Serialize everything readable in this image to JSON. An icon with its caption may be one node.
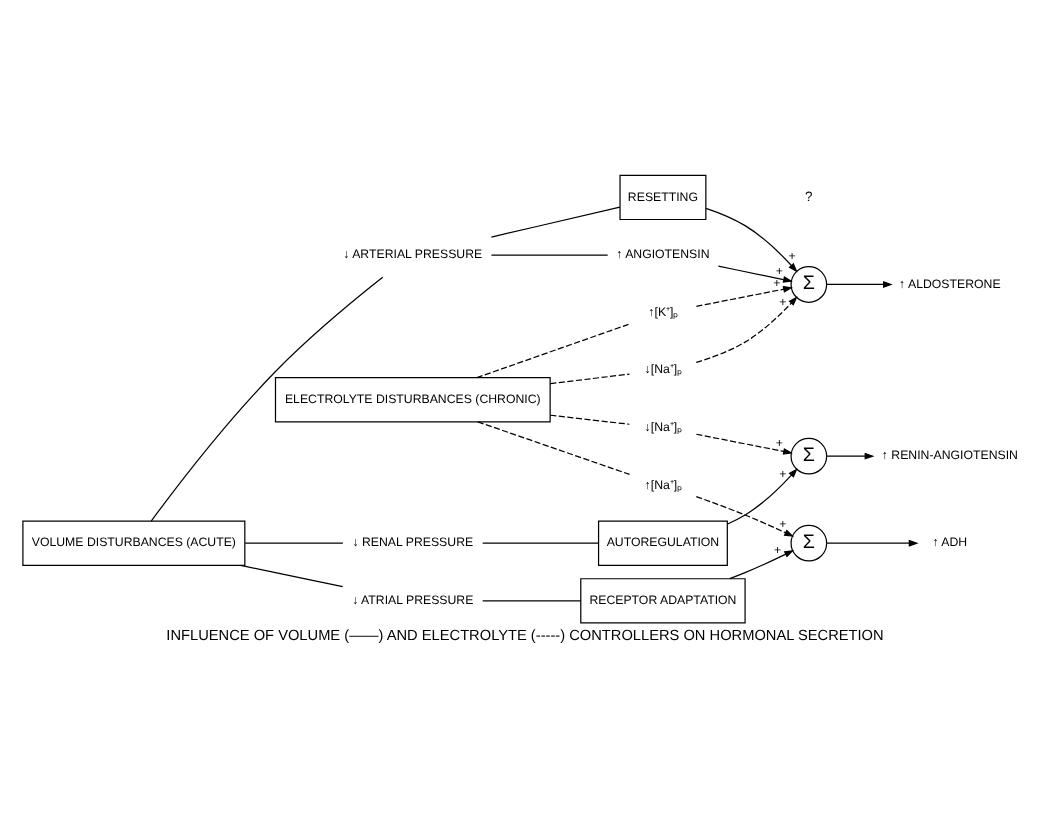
{
  "diagram": {
    "caption": "INFLUENCE OF VOLUME (——) AND ELECTROLYTE (-----) CONTROLLERS ON HORMONAL SECRETION",
    "nodes": [
      {
        "text": [
          "VOLUME DISTURBANCES (ACUTE)"
        ]
      },
      {
        "text": [
          "ELECTROLYTE DISTURBANCES (CHRONIC)"
        ]
      },
      {
        "text": [
          "↓ ATRIAL PRESSURE"
        ]
      },
      {
        "text": [
          "RECEPTOR ADAPTATION"
        ]
      },
      {
        "text": [
          "↑[Na⁺]ₚ"
        ]
      },
      {
        "text": [
          "Σ"
        ]
      },
      {
        "text": [
          "↑ ADH"
        ]
      },
      {
        "text": [
          "↓ RENAL PRESSURE"
        ]
      },
      {
        "text": [
          "AUTOREGULATION"
        ]
      },
      {
        "text": [
          "↓[Na⁺]ₚ"
        ]
      },
      {
        "text": [
          "Σ"
        ]
      },
      {
        "text": [
          "↑ RENIN-ANGIOTENSIN"
        ]
      },
      {
        "text": [
          "↓ ARTERIAL PRESSURE"
        ]
      },
      {
        "text": [
          "RESETTING"
        ]
      },
      {
        "text": [
          "↑ ANGIOTENSIN"
        ]
      },
      {
        "text": [
          "↓[Na⁺]ₚ"
        ]
      },
      {
        "text": [
          "↑[K⁺]ₚ"
        ]
      },
      {
        "text": [
          "Σ"
        ]
      },
      {
        "text": [
          "↑ ALDOSTERONE"
        ]
      }
    ],
    "edges": [
      {
        "from": 0,
        "to": 2,
        "arrow": "none"
      },
      {
        "from": 2,
        "to": 3,
        "arrow": "none"
      },
      {
        "from": 3,
        "to": 5,
        "arrow": "to",
        "label": "+"
      },
      {
        "from": 1,
        "to": 4,
        "arrow": "none",
        "style": "dashed"
      },
      {
        "from": 4,
        "to": 5,
        "arrow": "to",
        "label": "+",
        "style": "dashed"
      },
      {
        "from": 5,
        "to": 6,
        "arrow": "to"
      },
      {
        "from": 0,
        "to": 7,
        "arrow": "none"
      },
      {
        "from": 7,
        "to": 8,
        "arrow": "none"
      },
      {
        "from": 8,
        "to": 10,
        "arrow": "to",
        "label": "+"
      },
      {
        "from": 1,
        "to": 9,
        "arrow": "none",
        "style": "dashed"
      },
      {
        "from": 9,
        "to": 10,
        "arrow": "to",
        "label": "+",
        "style": "dashed"
      },
      {
        "from": 10,
        "to": 11,
        "arrow": "to"
      },
      {
        "from": 0,
        "to": 12,
        "arrow": "none"
      },
      {
        "from": 12,
        "to": 13,
        "arrow": "none"
      },
      {
        "from": 13,
        "to": 17,
        "arrow": "to",
        "label": "+"
      },
      {
        "from": 12,
        "to": 14,
        "arrow": "none"
      },
      {
        "from": 14,
        "to": 17,
        "arrow": "to",
        "label": "+"
      },
      {
        "from": 1,
        "to": 15,
        "arrow": "none",
        "style": "dashed"
      },
      {
        "from": 15,
        "to": 17,
        "arrow": "to",
        "label": "+",
        "style": "dashed"
      },
      {
        "from": 1,
        "to": 16,
        "arrow": "none",
        "style": "dashed"
      },
      {
        "from": 16,
        "to": 17,
        "arrow": "to",
        "label": "+",
        "style": "dashed"
      },
      {
        "from": 17,
        "to": 18,
        "arrow": "to"
      }
    ],
    "labels": [
      "?"
    ]
  }
}
